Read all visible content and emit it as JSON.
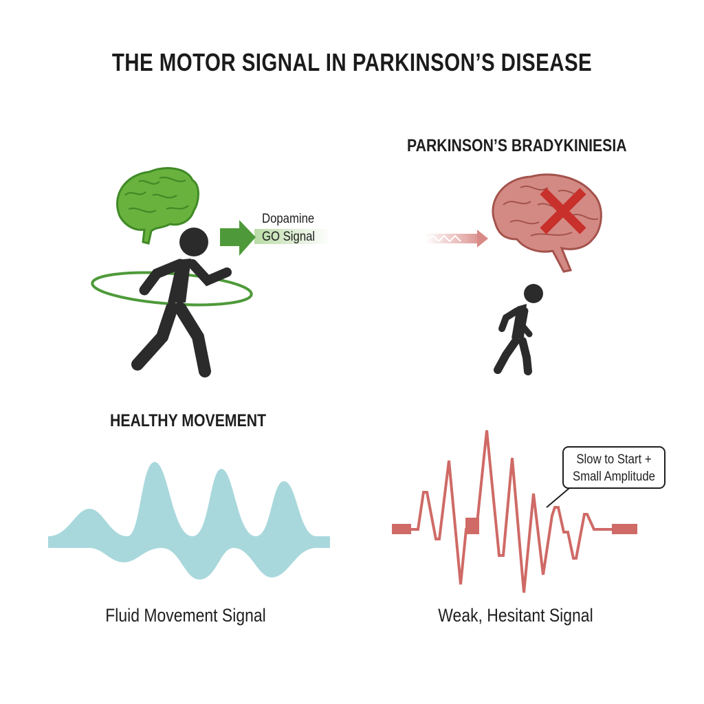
{
  "title": "THE MOTOR SIGNAL IN PARKINSON’S DISEASE",
  "left_panel": {
    "signal_label_line1": "Dopamine",
    "signal_label_line2": "GO Signal",
    "section_heading": "HEALTHY MOVEMENT",
    "wave_caption": "Fluid Movement Signal",
    "icons": [
      "healthy-brain-icon",
      "go-signal-arrow-icon",
      "walking-person-icon",
      "motion-ring-icon"
    ],
    "colors": {
      "brain": "#6ab23e",
      "brain_outline": "#3f8a26",
      "arrow": "#4e9a3a",
      "wave": "#a9d8dc",
      "figure": "#2b2b2b"
    }
  },
  "right_panel": {
    "heading": "PARKINSON’S BRADYKINIESIA",
    "callout_line1": "Slow to Start +",
    "callout_line2": "Small Amplitude",
    "wave_caption": "Weak, Hesitant Signal",
    "icons": [
      "impaired-brain-icon",
      "blocked-x-icon",
      "weak-signal-arrow-icon",
      "stooped-walking-person-icon"
    ],
    "colors": {
      "brain": "#d48a84",
      "brain_outline": "#a4524c",
      "x_mark": "#c8302c",
      "wave": "#cf6a66",
      "figure": "#2b2b2b"
    }
  }
}
